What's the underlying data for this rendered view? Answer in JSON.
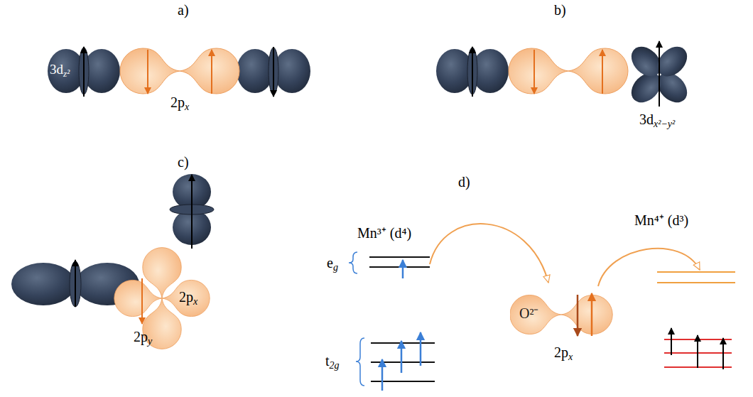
{
  "diagram": {
    "nodes": [
      {
        "text": [
          "O²⁻"
        ]
      }
    ],
    "labels": [
      "a)",
      "3dz²",
      "2px",
      "b)",
      "3dx²−y²",
      "c)",
      "2px",
      "2py",
      "d)",
      "Mn³⁺ (d⁴)",
      "eg",
      "t2g",
      "2px",
      "Mn⁴⁺ (d³)"
    ]
  }
}
